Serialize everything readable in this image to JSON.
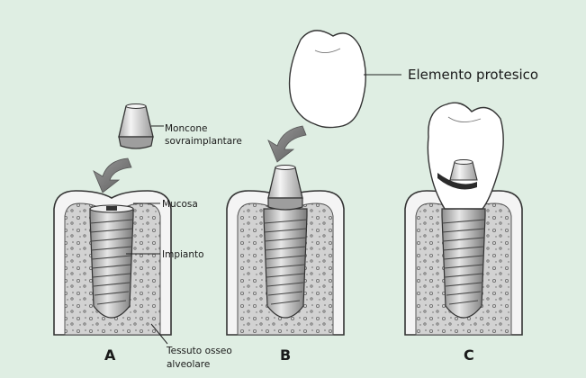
{
  "labels": {
    "elemento_protesico": "Elemento protesico",
    "moncone_line1": "Moncone",
    "moncone_line2": "sovraimplantare",
    "mucosa": "Mucosa",
    "impianto": "Impianto",
    "tessuto_line1": "Tessuto osseo",
    "tessuto_line2": "alveolare"
  },
  "panels": [
    "A",
    "B",
    "C"
  ],
  "colors": {
    "background": "#dfeee3",
    "outline": "#333333",
    "bone_fill": "#cfcfcf",
    "tissue_fill": "#f7f7f7",
    "crown_fill": "#ffffff"
  }
}
